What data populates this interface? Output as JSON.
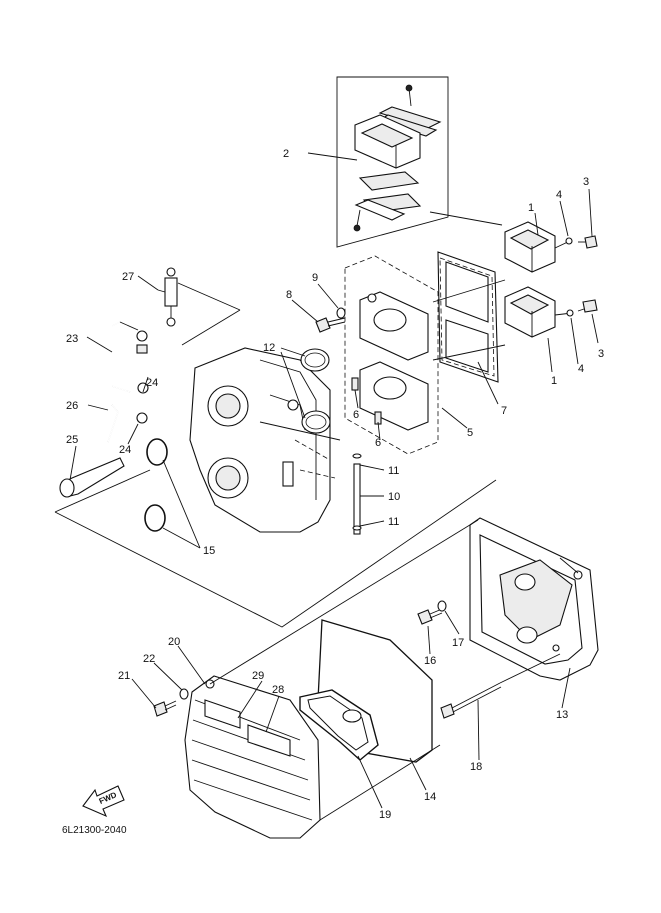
{
  "diagram": {
    "catalog_code": "6L21300-2040",
    "fwd_label": "FWD",
    "callouts": [
      {
        "id": "c1a",
        "text": "1"
      },
      {
        "id": "c1b",
        "text": "1"
      },
      {
        "id": "c2",
        "text": "2"
      },
      {
        "id": "c3a",
        "text": "3"
      },
      {
        "id": "c3b",
        "text": "3"
      },
      {
        "id": "c4a",
        "text": "4"
      },
      {
        "id": "c4b",
        "text": "4"
      },
      {
        "id": "c5",
        "text": "5"
      },
      {
        "id": "c6a",
        "text": "6"
      },
      {
        "id": "c6b",
        "text": "6"
      },
      {
        "id": "c7",
        "text": "7"
      },
      {
        "id": "c8",
        "text": "8"
      },
      {
        "id": "c9",
        "text": "9"
      },
      {
        "id": "c10",
        "text": "10"
      },
      {
        "id": "c11a",
        "text": "11"
      },
      {
        "id": "c11b",
        "text": "11"
      },
      {
        "id": "c12",
        "text": "12"
      },
      {
        "id": "c13",
        "text": "13"
      },
      {
        "id": "c14",
        "text": "14"
      },
      {
        "id": "c15",
        "text": "15"
      },
      {
        "id": "c16",
        "text": "16"
      },
      {
        "id": "c17",
        "text": "17"
      },
      {
        "id": "c18",
        "text": "18"
      },
      {
        "id": "c19",
        "text": "19"
      },
      {
        "id": "c20",
        "text": "20"
      },
      {
        "id": "c21",
        "text": "21"
      },
      {
        "id": "c22",
        "text": "22"
      },
      {
        "id": "c23",
        "text": "23"
      },
      {
        "id": "c24a",
        "text": "24"
      },
      {
        "id": "c24b",
        "text": "24"
      },
      {
        "id": "c25",
        "text": "25"
      },
      {
        "id": "c26",
        "text": "26"
      },
      {
        "id": "c27",
        "text": "27"
      },
      {
        "id": "c28",
        "text": "28"
      },
      {
        "id": "c29",
        "text": "29"
      }
    ]
  }
}
